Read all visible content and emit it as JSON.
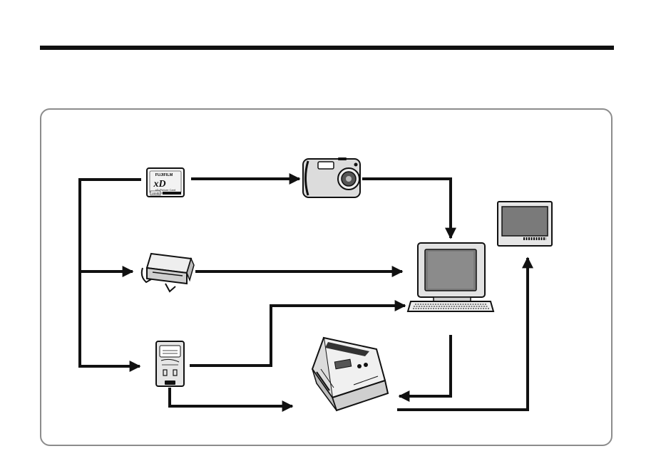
{
  "media": {
    "brand_label": "FUJIFILM",
    "xd_logo": "xD",
    "card_type_label": "xD-Picture Card",
    "capacity_label": "16MB"
  },
  "icons": {
    "xd_card": "xd-picture-card-icon",
    "camera": "digital-camera-icon",
    "card_reader": "card-reader-icon",
    "pc_card_adapter": "pc-card-adapter-icon",
    "computer": "computer-icon",
    "printer": "photo-printer-icon",
    "tv": "tv-monitor-icon"
  },
  "colors": {
    "line": "#111111",
    "panel_border": "#8c8c8c",
    "device_fill": "#dcdcdc",
    "screen_fill": "#7a7a7a"
  }
}
